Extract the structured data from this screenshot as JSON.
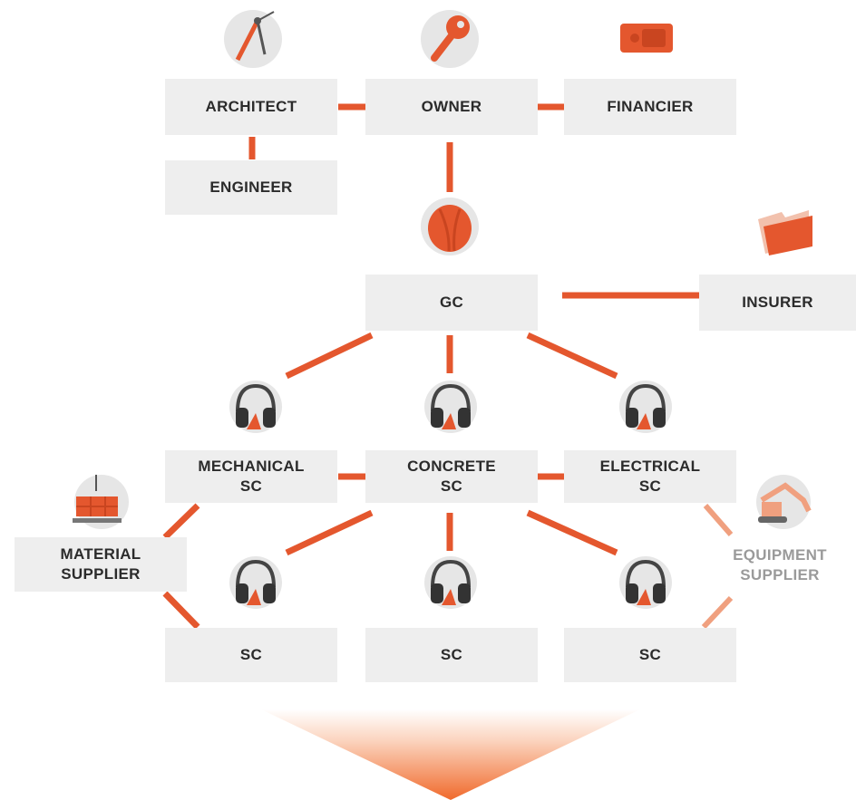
{
  "colors": {
    "accent": "#e4572e",
    "box": "#eeeeee",
    "text": "#2b2b2b",
    "muted_text": "#9a9a9a"
  },
  "nodes": {
    "architect": "ARCHITECT",
    "owner": "OWNER",
    "financier": "FINANCIER",
    "engineer": "ENGINEER",
    "gc": "GC",
    "insurer": "INSURER",
    "mechanical_sc": "MECHANICAL\nSC",
    "concrete_sc": "CONCRETE\nSC",
    "electrical_sc": "ELECTRICAL\nSC",
    "material_supplier": "MATERIAL\nSUPPLIER",
    "equipment_supplier": "EQUIPMENT\nSUPPLIER",
    "sc_left": "SC",
    "sc_middle": "SC",
    "sc_right": "SC"
  },
  "icons": {
    "architect": "compass-icon",
    "owner": "key-icon",
    "financier": "cash-icon",
    "gc": "hard-hat-icon",
    "insurer": "folder-icon",
    "subcontractor": "ear-muffs-icon",
    "material_supplier": "pallet-icon",
    "equipment_supplier": "excavator-icon"
  }
}
